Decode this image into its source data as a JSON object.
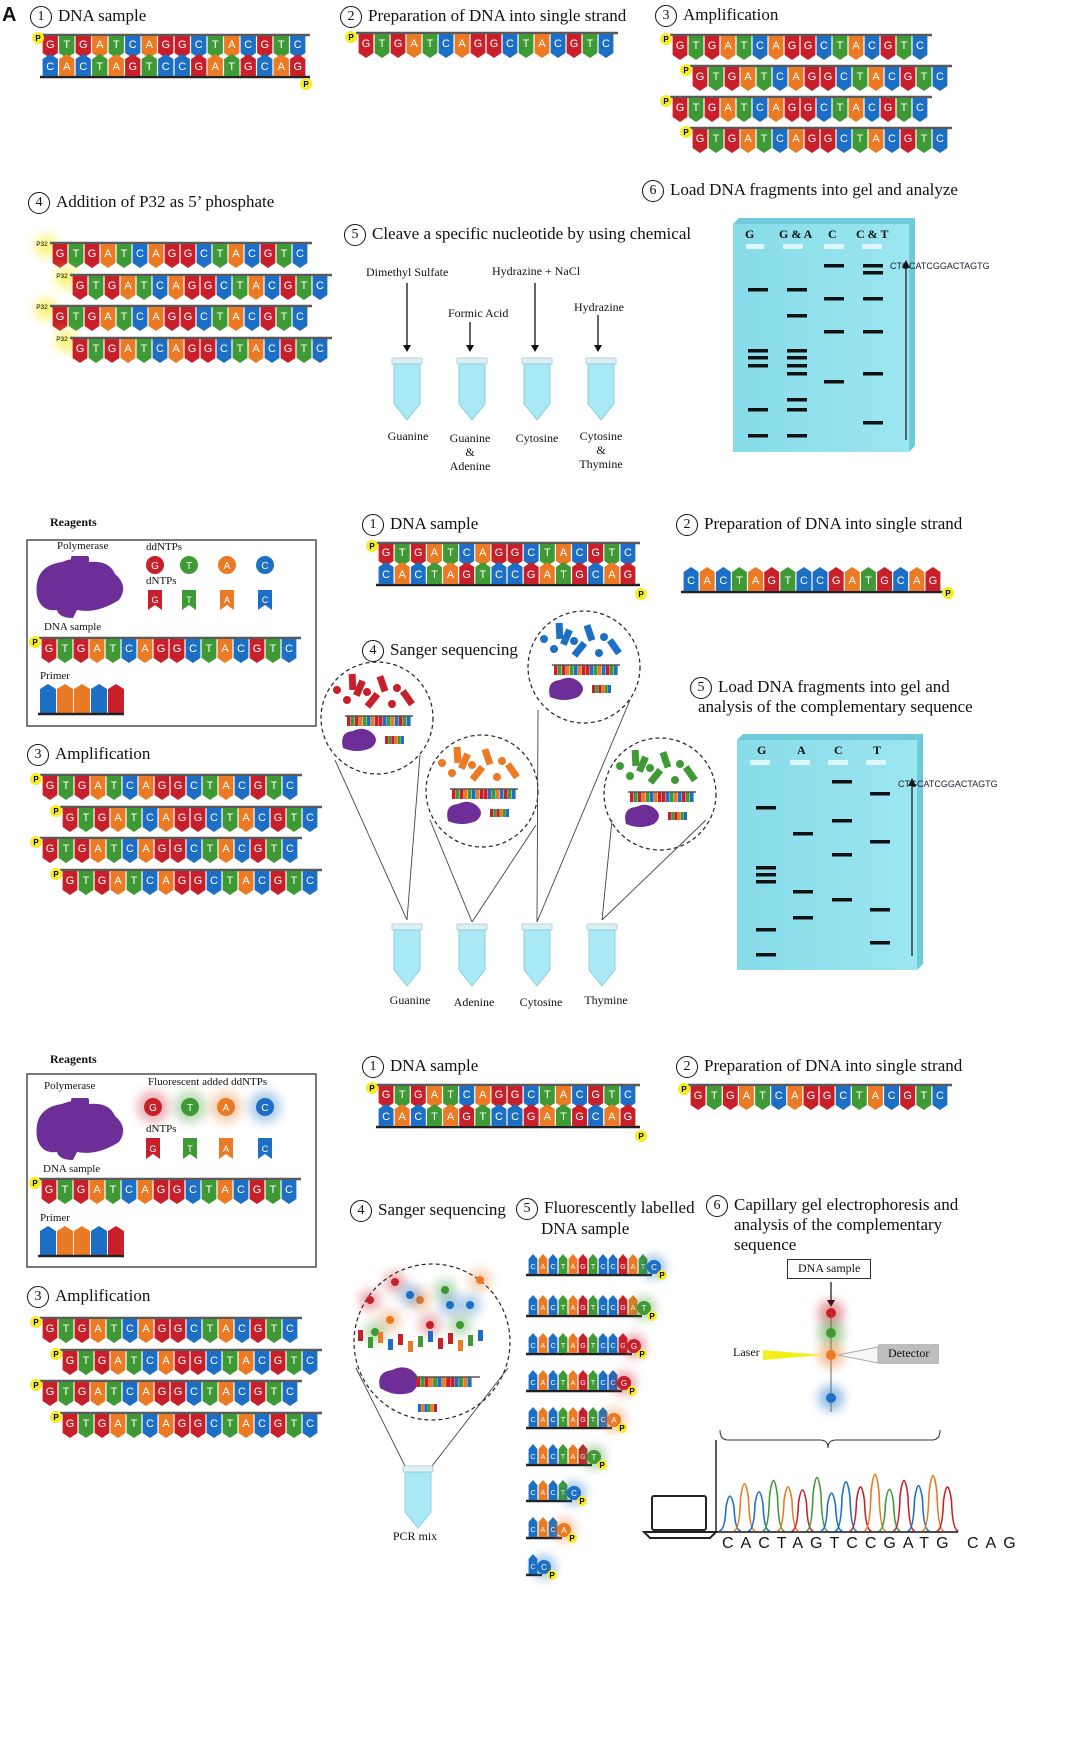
{
  "panel_letter": "A",
  "colors": {
    "G": "#c8202a",
    "T": "#3f9a35",
    "A": "#ea7a24",
    "C": "#1c6fc4",
    "gel": "#8fe0ee",
    "tube": "#a9e9f5",
    "blob": "#6d2e97",
    "phosphate": "#f6ec22"
  },
  "sequences": {
    "sample_top": "GTGATCAGGCTACGTC",
    "sample_bottom": "CACTAGTCCGATGCAG",
    "phosphate_label": "P",
    "p32_label": "P32"
  },
  "panel_a": {
    "step1": "DNA sample",
    "step2": "Preparation of DNA into single strand",
    "step3": "Amplification",
    "step4": "Addition of  P32 as 5’ phosphate",
    "step5": "Cleave a specific nucleotide by using chemical",
    "step6": "Load DNA fragments into gel and analyze",
    "chemicals": [
      "Dimethyl Sulfate",
      "Formic Acid",
      "Hydrazine + NaCl",
      "Hydrazine"
    ],
    "tubes": [
      "Guanine",
      "Guanine\n&\nAdenine",
      "Cytosine",
      "Cytosine\n&\nThymine"
    ],
    "gel_lanes": [
      "G",
      "G & A",
      "C",
      "C & T"
    ],
    "gel_readout": "CTGCATCGGACTAGTG"
  },
  "panel_b": {
    "reagents_title": "Reagents",
    "polymerase": "Polymerase",
    "ddntps": "ddNTPs",
    "dntps": "dNTPs",
    "dna_sample": "DNA sample",
    "primer": "Primer",
    "step1": "DNA sample",
    "step2": "Preparation of DNA into single strand",
    "step3": "Amplification",
    "step4": "Sanger sequencing",
    "step5a": "Load DNA fragments into gel and",
    "step5b": "analysis of the complementary sequence",
    "tubes": [
      "Guanine",
      "Adenine",
      "Cytosine",
      "Thymine"
    ],
    "gel_lanes": [
      "G",
      "A",
      "C",
      "T"
    ],
    "gel_readout": "CTGCATCGGACTAGTG"
  },
  "panel_c": {
    "reagents_title": "Reagents",
    "polymerase": "Polymerase",
    "ddntps": "Fluorescent added ddNTPs",
    "dntps": "dNTPs",
    "dna_sample": "DNA sample",
    "primer": "Primer",
    "step1": "DNA sample",
    "step2": "Preparation of DNA into single strand",
    "step3": "Amplification",
    "step4": "Sanger sequencing",
    "step5a": "Fluorescently labelled",
    "step5b": "DNA sample",
    "step6a": "Capillary gel electrophoresis and",
    "step6b": "analysis of the complementary",
    "step6c": "sequence",
    "tube": "PCR mix",
    "dna_box": "DNA sample",
    "laser": "Laser",
    "detector": "Detector",
    "chromatogram_seq": "CACTAGTCCGATG CAG"
  }
}
